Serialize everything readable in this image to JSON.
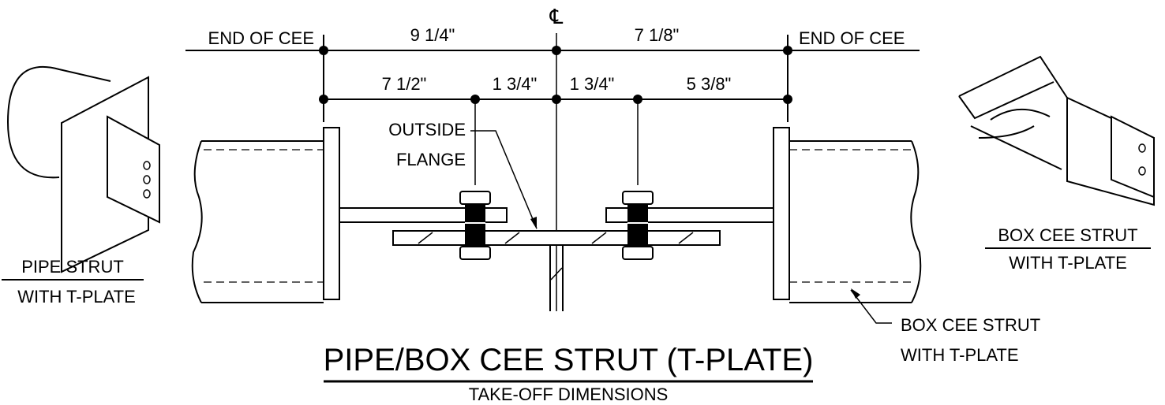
{
  "drawing": {
    "centerline_symbol": "℄",
    "end_left": "END OF CEE",
    "end_right": "END OF CEE",
    "dim_top_left": "9 1/4\"",
    "dim_top_right": "7 1/8\"",
    "dim_a": "7 1/2\"",
    "dim_b": "1 3/4\"",
    "dim_c": "1 3/4\"",
    "dim_d": "5 3/8\"",
    "outside_flange_line1": "OUTSIDE",
    "outside_flange_line2": "FLANGE",
    "pipe_strut_line1": "PIPE STRUT",
    "pipe_strut_line2": "WITH T-PLATE",
    "box_cee_line1": "BOX CEE STRUT",
    "box_cee_line2": "WITH T-PLATE",
    "callout_line1": "BOX CEE STRUT",
    "callout_line2": "WITH T-PLATE",
    "title": "PIPE/BOX CEE STRUT (T-PLATE)",
    "subtitle": "TAKE-OFF DIMENSIONS"
  }
}
